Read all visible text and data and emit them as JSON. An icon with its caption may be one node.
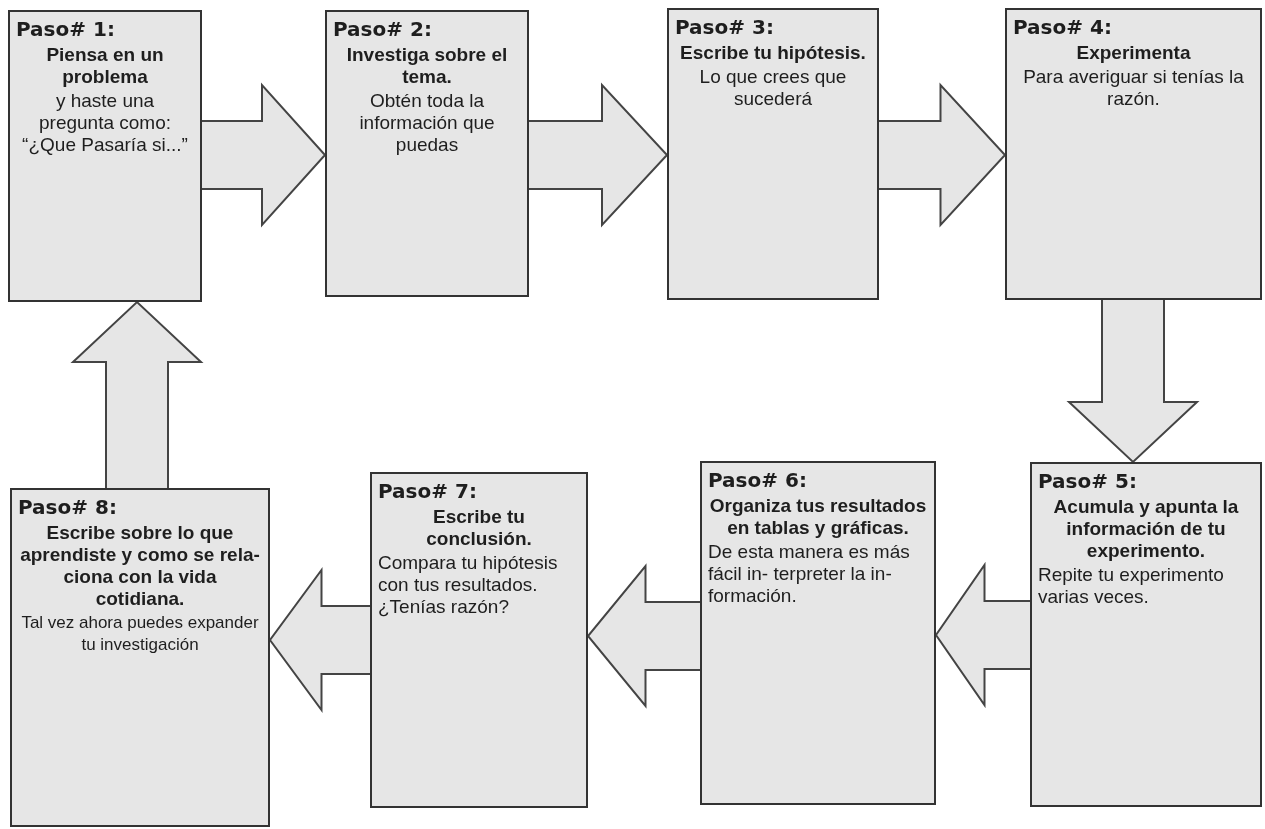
{
  "diagram": {
    "nodes": [
      {
        "text": [
          "Paso# 1:",
          "Piensa en un problema",
          "y haste una pregunta como: “¿Que Pasaría si...”"
        ]
      },
      {
        "text": [
          "Paso# 2:",
          "Investiga sobre el tema.",
          "Obtén toda la información que puedas"
        ]
      },
      {
        "text": [
          "Paso# 3:",
          "Escribe tu hipótesis.",
          "Lo que crees que sucederá"
        ]
      },
      {
        "text": [
          "Paso# 4:",
          "Experimenta",
          "Para averiguar si tenías la razón."
        ]
      },
      {
        "text": [
          "Paso# 5:",
          "Acumula y apunta la información de tu experimento.",
          "Repite tu experimento varias veces."
        ]
      },
      {
        "text": [
          "Paso# 6:",
          "Organiza tus resultados en tablas y gráficas.",
          "De esta manera es más fácil in- terpreter la in- formación."
        ]
      },
      {
        "text": [
          "Paso# 7:",
          "Escribe tu conclusión.",
          "Compara tu hipótesis con tus resultados. ¿Tenías razón?"
        ]
      },
      {
        "text": [
          "Paso# 8:",
          "Escribe sobre lo que aprendiste y como se rela- ciona con la vida cotidiana.",
          "Tal vez ahora puedes expander tu investigación"
        ]
      }
    ],
    "edges": [
      {
        "from": 0,
        "to": 1,
        "arrow": "to"
      },
      {
        "from": 1,
        "to": 2,
        "arrow": "to"
      },
      {
        "from": 2,
        "to": 3,
        "arrow": "to"
      },
      {
        "from": 3,
        "to": 4,
        "arrow": "to"
      },
      {
        "from": 4,
        "to": 5,
        "arrow": "to"
      },
      {
        "from": 5,
        "to": 6,
        "arrow": "to"
      },
      {
        "from": 6,
        "to": 7,
        "arrow": "to"
      },
      {
        "from": 7,
        "to": 0,
        "arrow": "to"
      }
    ]
  }
}
